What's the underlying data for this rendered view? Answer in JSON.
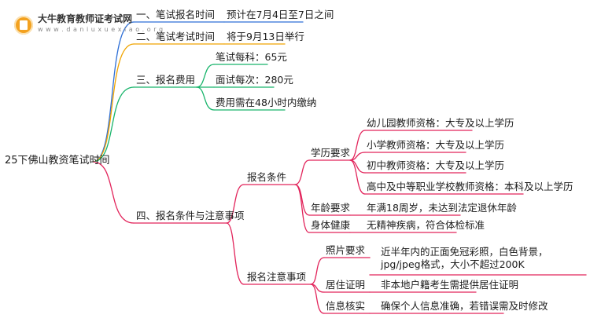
{
  "watermark": {
    "name": "大牛教育教师证考试网",
    "url": "w w w . d a n i u x u e x i a o . o r g"
  },
  "colors": {
    "blue": "#2e6fd6",
    "orange": "#f0a400",
    "green": "#18b46b",
    "red": "#e2245b",
    "dark": "#1c1c1c"
  },
  "mindmap": {
    "root": "25下佛山教资笔试时间",
    "branch1": {
      "label": "一、笔试报名时间",
      "detail": "预计在7月4日至7日之间"
    },
    "branch2": {
      "label": "二、笔试考试时间",
      "detail": "将于9月13日举行"
    },
    "branch3": {
      "label": "三、报名费用",
      "items": [
        "笔试每科：65元",
        "面试每次：280元",
        "费用需在48小时内缴纳"
      ]
    },
    "branch4": {
      "label": "四、报名条件与注意事项",
      "conditions": {
        "label": "报名条件",
        "education": {
          "label": "学历要求",
          "items": [
            "幼儿园教师资格：大专及以上学历",
            "小学教师资格：大专及以上学历",
            "初中教师资格：大专及以上学历",
            "高中及中等职业学校教师资格：本科及以上学历"
          ]
        },
        "age": {
          "label": "年龄要求",
          "detail": "年满18周岁，未达到法定退休年龄"
        },
        "health": {
          "label": "身体健康",
          "detail": "无精神疾病，符合体检标准"
        }
      },
      "notes": {
        "label": "报名注意事项",
        "photo": {
          "label": "照片要求",
          "detail": "近半年内的正面免冠彩照，白色背景，jpg/jpeg格式，大小不超过200K"
        },
        "residence": {
          "label": "居住证明",
          "detail": "非本地户籍考生需提供居住证明"
        },
        "info": {
          "label": "信息核实",
          "detail": "确保个人信息准确，若错误需及时修改"
        }
      }
    }
  }
}
